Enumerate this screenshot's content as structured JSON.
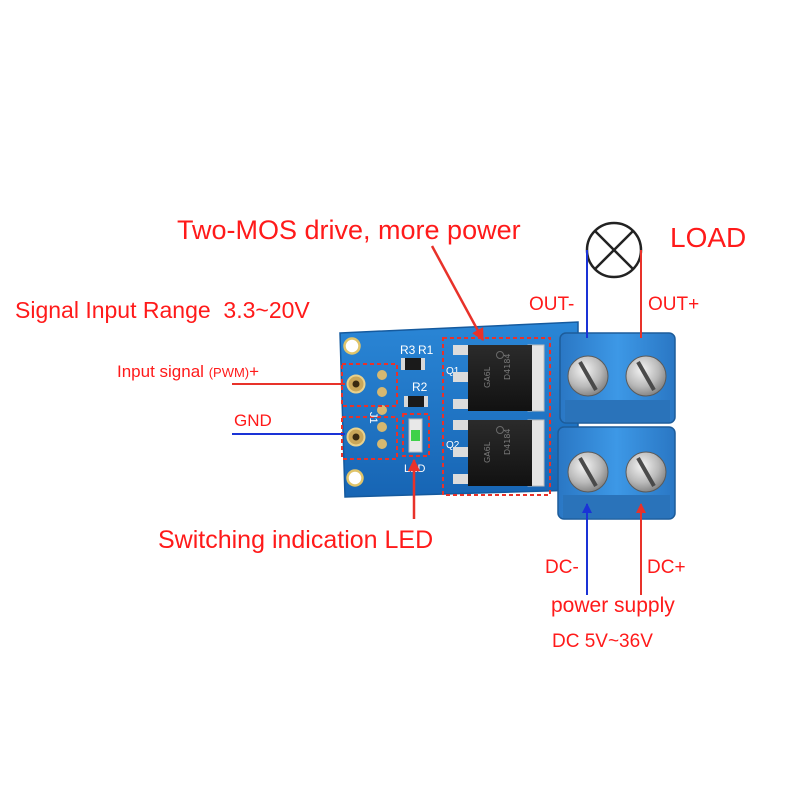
{
  "labels": {
    "two_mos": "Two-MOS drive, more power",
    "load": "LOAD",
    "signal_range": "Signal Input Range  3.3~20V",
    "input_signal_main": "Input signal ",
    "input_signal_pwm": "(PWM)",
    "input_signal_plus": "+",
    "gnd": "GND",
    "switching_led": "Switching indication LED",
    "out_minus": "OUT-",
    "out_plus": "OUT+",
    "dc_minus": "DC-",
    "dc_plus": "DC+",
    "power_supply": "power supply",
    "dc_range": "DC 5V~36V"
  },
  "silkscreen": {
    "r3": "R3",
    "r1": "R1",
    "r2": "R2",
    "q1": "Q1",
    "q2": "Q2",
    "j1": "J1",
    "led": "LED",
    "chip1_top": "D4184",
    "chip1_bot": "GA6L",
    "chip2_top": "D4184",
    "chip2_bot": "GA6L"
  },
  "colors": {
    "label_red": "#ff1a1a",
    "arrow_blue": "#1a33d6",
    "pcb_blue": "#1e73c8",
    "terminal_blue": "#2f86d8",
    "marker_red": "#e8322a"
  }
}
